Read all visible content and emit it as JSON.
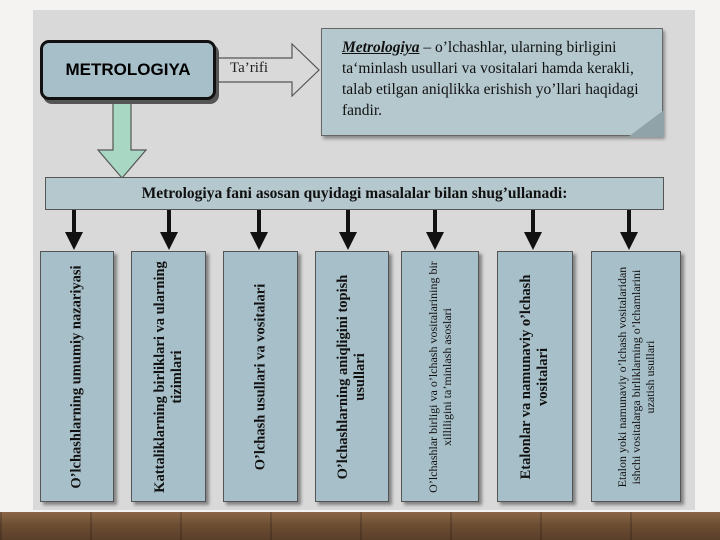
{
  "main_box": {
    "label": "METROLOGIYA"
  },
  "arrow_label": "Ta’rifi",
  "definition": {
    "term": "Metrologiya",
    "text": " – o’lchashlar, ularning birligini ta‘minlash usullari va vositalari hamda kerakli, talab etilgan aniqlikka erishish yo’llari haqidagi fandir."
  },
  "banner": "Metrologiya fani asosan quyidagi masalalar bilan shug’ullanadi:",
  "columns": [
    {
      "text": "O’lchashlarning umumiy nazariyasi",
      "style": "big"
    },
    {
      "text": "Kattaliklarning birliklari va ularning tizimlari",
      "style": "big"
    },
    {
      "text": "O’lchash usullari va vositalari",
      "style": "big"
    },
    {
      "text": "O’lchashlarning aniqligini topish usullari",
      "style": "big"
    },
    {
      "text": "O’lchashlar birligi va o’lchash vositalarining bir xilliligini ta’minlash asoslari",
      "style": "small"
    },
    {
      "text": "Etalonlar va namunaviy o’lchash vositalari",
      "style": "big"
    },
    {
      "text": "Etalon yoki namunaviy o’lchash vositalaridan ishchi vositalarga birliklarning o’lchamlarini uzatish usullari",
      "style": "small"
    }
  ],
  "colors": {
    "box_fill": "#a7bfc8",
    "banner_fill": "#b4c8ce",
    "arrow_fill": "#a8d8c4",
    "slide_bg": "#d9d9d9"
  }
}
